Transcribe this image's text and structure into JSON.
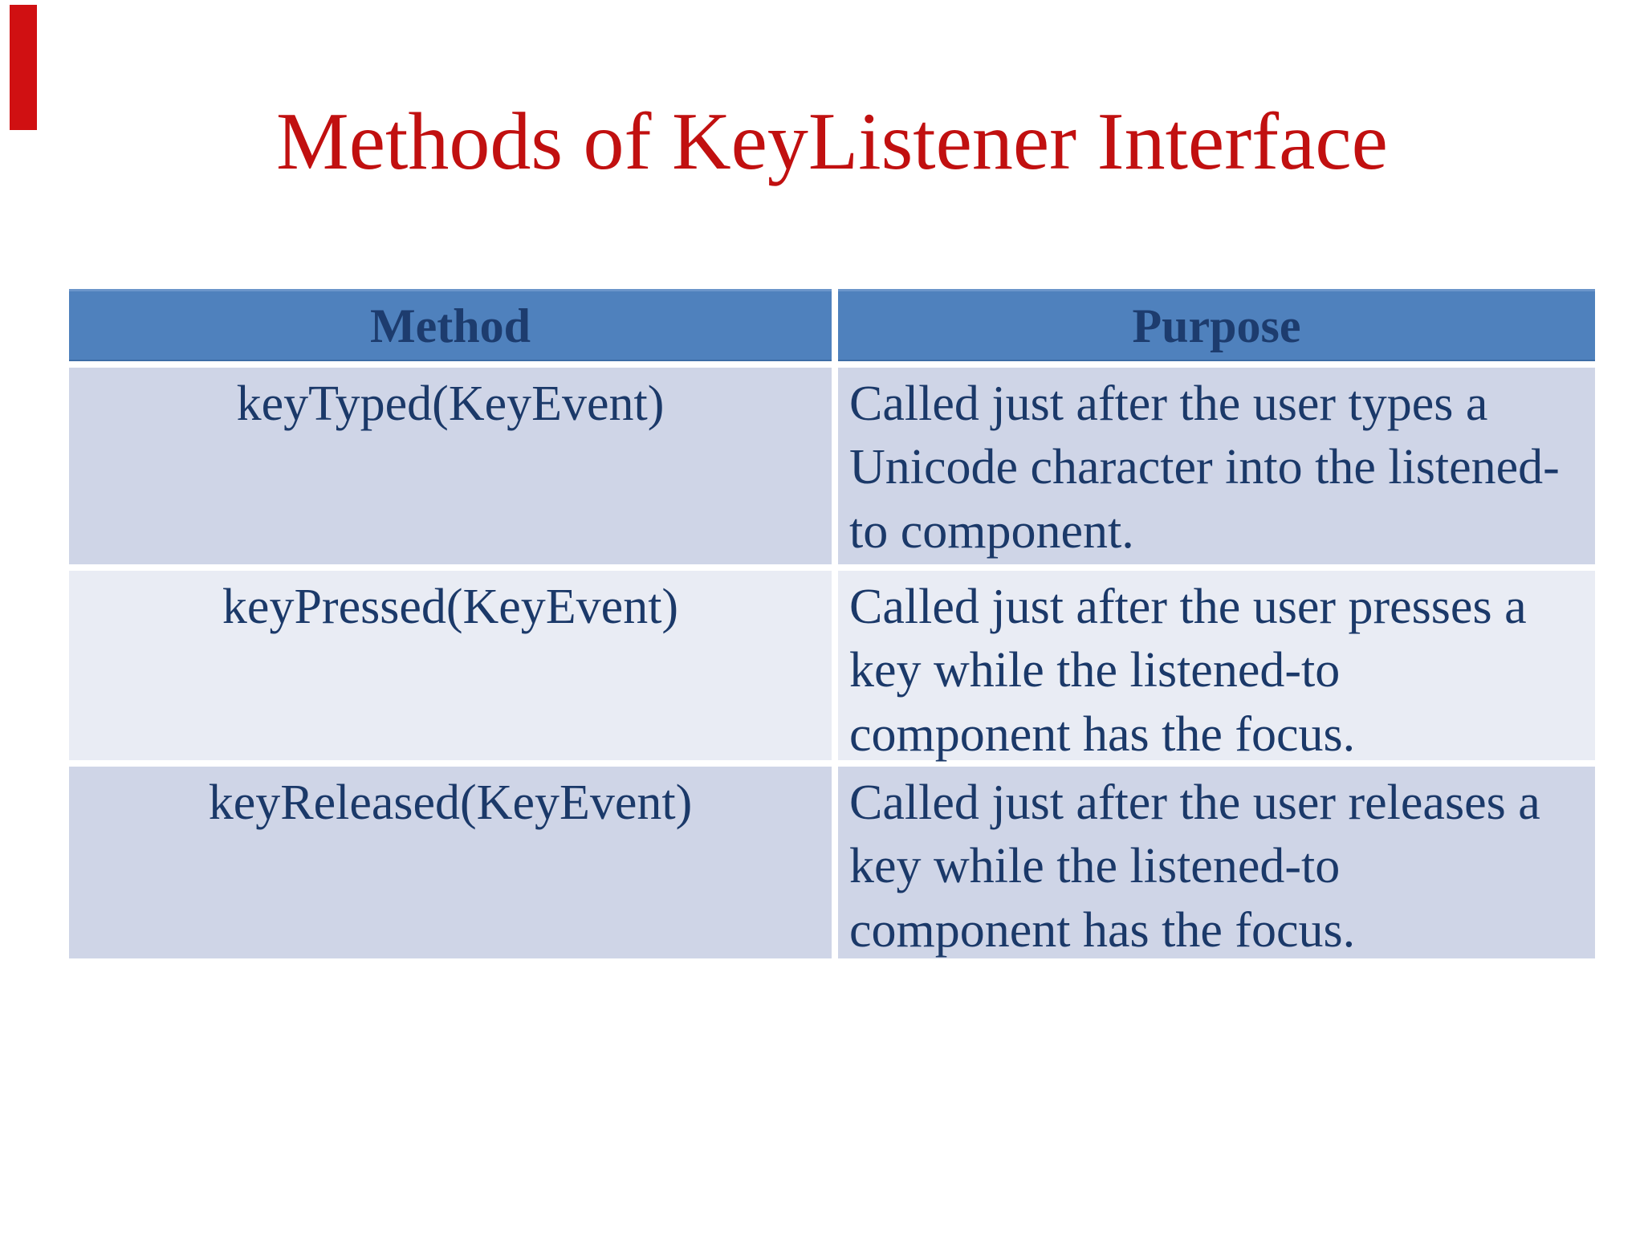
{
  "slide": {
    "title": "Methods of KeyListener Interface",
    "title_color": "#c11010",
    "accent_bar_color": "#d01012"
  },
  "table": {
    "colors": {
      "header_bg": "#4f81bd",
      "header_text": "#1d3c6e",
      "row_band_dark": "#cfd5e7",
      "row_band_light": "#e9ecf4",
      "body_text": "#1b3969"
    },
    "headers": [
      "Method",
      "Purpose"
    ],
    "rows": [
      {
        "method": "keyTyped(KeyEvent)",
        "purpose_lines": [
          "Called just after the user types a",
          "Unicode character into the listened-",
          "to component."
        ]
      },
      {
        "method": "keyPressed(KeyEvent)",
        "purpose_lines": [
          "Called just after the user presses a",
          "key while the listened-to",
          "component has the focus."
        ]
      },
      {
        "method": "keyReleased(KeyEvent)",
        "purpose_lines": [
          "Called just after the user releases a",
          "key while the listened-to",
          "component has the focus."
        ]
      }
    ]
  }
}
